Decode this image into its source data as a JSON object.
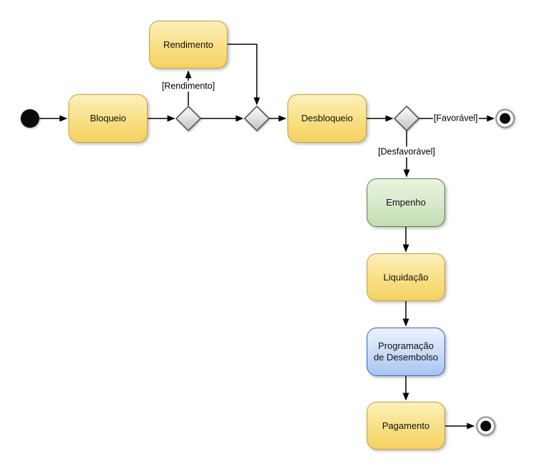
{
  "diagram": {
    "type": "uml-activity-diagram",
    "background": "#ffffff",
    "nodes": {
      "start": {
        "kind": "initial-node"
      },
      "bloqueio": {
        "label": "Bloqueio",
        "kind": "action",
        "color": "yellow"
      },
      "rendimento": {
        "label": "Rendimento",
        "kind": "action",
        "color": "yellow"
      },
      "desbloqueio": {
        "label": "Desbloqueio",
        "kind": "action",
        "color": "yellow"
      },
      "empenho": {
        "label": "Empenho",
        "kind": "action",
        "color": "green"
      },
      "liquidacao": {
        "label": "Liquidação",
        "kind": "action",
        "color": "yellow"
      },
      "programacao_desembolso": {
        "label": "Programação de Desembolso",
        "kind": "action",
        "color": "blue"
      },
      "pagamento": {
        "label": "Pagamento",
        "kind": "action",
        "color": "yellow"
      },
      "decision_1": {
        "kind": "decision"
      },
      "merge_1": {
        "kind": "merge"
      },
      "decision_2": {
        "kind": "decision"
      },
      "end_favoravel": {
        "kind": "final-node"
      },
      "end_pagamento": {
        "kind": "final-node"
      }
    },
    "edge_labels": {
      "rendimento": "[Rendimento]",
      "favoravel": "[Favorável]",
      "desfavoravel": "[Desfavorável]"
    },
    "edges": [
      {
        "from": "start",
        "to": "bloqueio",
        "label": ""
      },
      {
        "from": "bloqueio",
        "to": "decision_1",
        "label": ""
      },
      {
        "from": "decision_1",
        "to": "rendimento",
        "label": "[Rendimento]"
      },
      {
        "from": "rendimento",
        "to": "merge_1",
        "label": ""
      },
      {
        "from": "decision_1",
        "to": "merge_1",
        "label": ""
      },
      {
        "from": "merge_1",
        "to": "desbloqueio",
        "label": ""
      },
      {
        "from": "desbloqueio",
        "to": "decision_2",
        "label": ""
      },
      {
        "from": "decision_2",
        "to": "end_favoravel",
        "label": "[Favorável]"
      },
      {
        "from": "decision_2",
        "to": "empenho",
        "label": "[Desfavorável]"
      },
      {
        "from": "empenho",
        "to": "liquidacao",
        "label": ""
      },
      {
        "from": "liquidacao",
        "to": "programacao_desembolso",
        "label": ""
      },
      {
        "from": "programacao_desembolso",
        "to": "pagamento",
        "label": ""
      },
      {
        "from": "pagamento",
        "to": "end_pagamento",
        "label": ""
      }
    ],
    "colors": {
      "action_yellow_top": "#FDF0BB",
      "action_yellow_bottom": "#F5D160",
      "action_yellow_border": "#C5A33D",
      "action_green_top": "#EAF4E2",
      "action_green_bottom": "#C2DDB2",
      "action_green_border": "#647E49",
      "action_blue_top": "#EBF2FD",
      "action_blue_bottom": "#A6C4F0",
      "action_blue_border": "#3366CC",
      "decision_fill_top": "#FFFFFF",
      "decision_fill_bottom": "#C2C2C2",
      "decision_border": "#4D4D4D",
      "edge_color": "#000000"
    }
  }
}
